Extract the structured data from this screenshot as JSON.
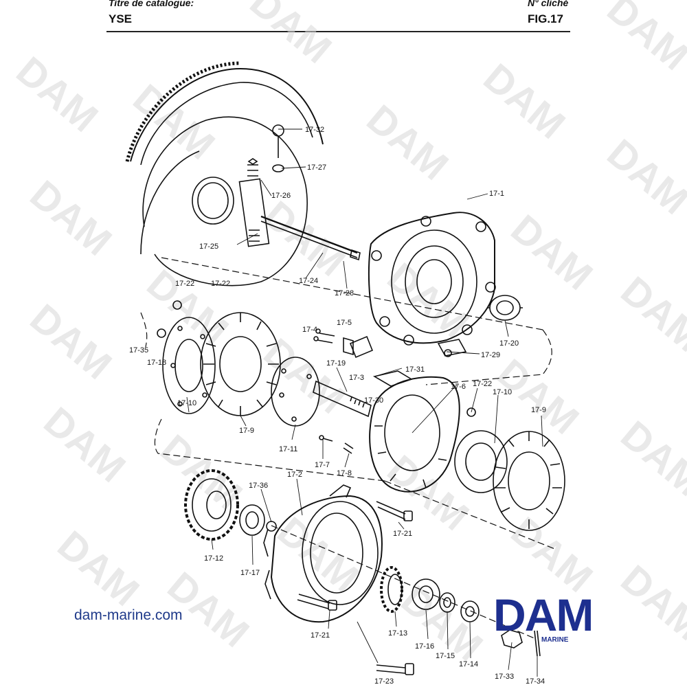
{
  "header": {
    "catalog_label": "Titre de catalogue:",
    "catalog_value": "YSE",
    "plate_label": "N° cliché",
    "plate_value": "FIG.17"
  },
  "watermark": "DAM",
  "footer": {
    "website": "dam-marine.com",
    "logo_text": "DAM",
    "logo_subtext": "MARINE"
  },
  "part_labels": [
    "17-32",
    "17-27",
    "17-26",
    "17-1",
    "17-25",
    "17-24",
    "17-28",
    "17-22",
    "17-22",
    "17-20",
    "17-35",
    "17-18",
    "17-4",
    "17-5",
    "17-29",
    "17-3",
    "17-31",
    "17-19",
    "17-30",
    "17-6",
    "17-22",
    "17-10",
    "17-10",
    "17-9",
    "17-9",
    "17-11",
    "17-7",
    "17-8",
    "17-36",
    "17-2",
    "17-21",
    "17-12",
    "17-17",
    "17-13",
    "17-16",
    "17-15",
    "17-14",
    "17-21",
    "17-33",
    "17-23",
    "17-34"
  ]
}
